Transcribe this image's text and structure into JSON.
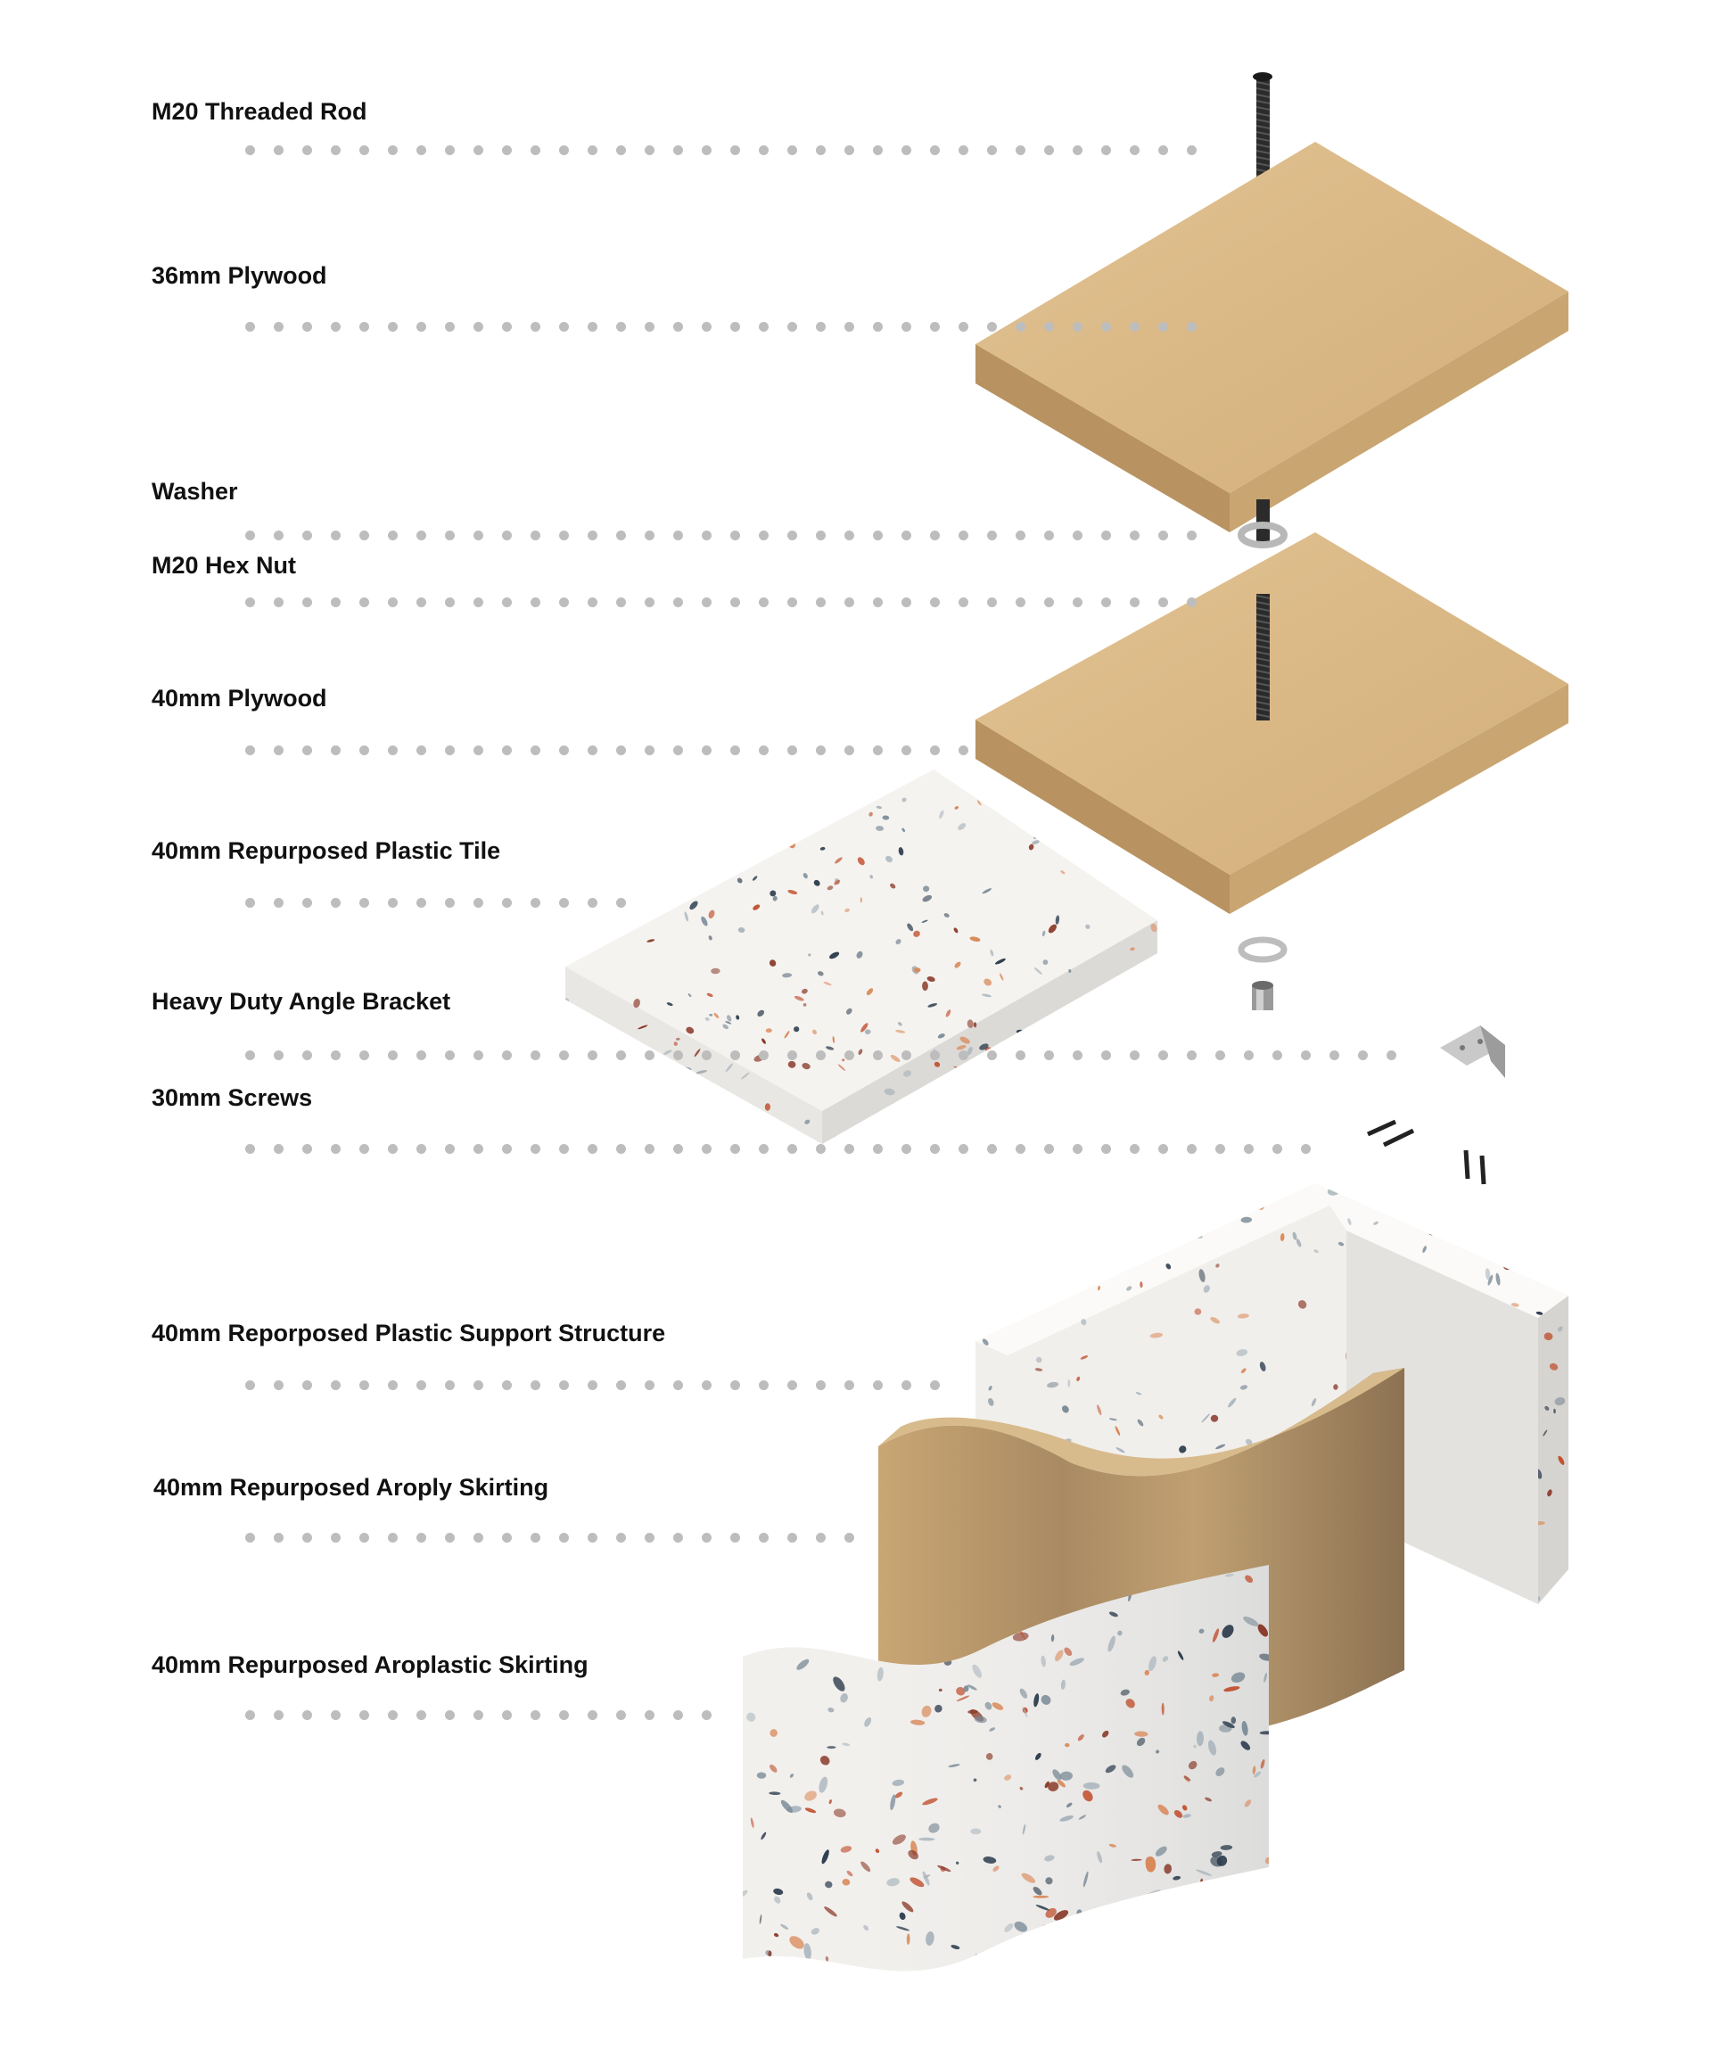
{
  "diagram": {
    "type": "exploded-axonometric",
    "components": [
      {
        "label": "M20 Threaded Rod"
      },
      {
        "label": "36mm Plywood"
      },
      {
        "label": "Washer"
      },
      {
        "label": "M20 Hex Nut"
      },
      {
        "label": "40mm Plywood"
      },
      {
        "label": "40mm Repurposed Plastic Tile"
      },
      {
        "label": "Heavy Duty Angle Bracket"
      },
      {
        "label": "30mm Screws"
      },
      {
        "label": "40mm Reporposed Plastic Support Structure"
      },
      {
        "label": "40mm Repurposed Aroply Skirting"
      },
      {
        "label": "40mm Repurposed Aroplastic Skirting"
      }
    ]
  },
  "colors": {
    "wood_top": "#d9b784",
    "wood_side_front": "#b89260",
    "wood_side_right": "#c9a571",
    "terrazzo": "#f3f1ee",
    "leader_dot": "#bdbdbd",
    "rod": "#2b2b2b",
    "chip_colors": [
      "#2f3f4f",
      "#c0502f",
      "#d9895a",
      "#7a8a96",
      "#a9b4bc",
      "#8a3b2a"
    ]
  }
}
